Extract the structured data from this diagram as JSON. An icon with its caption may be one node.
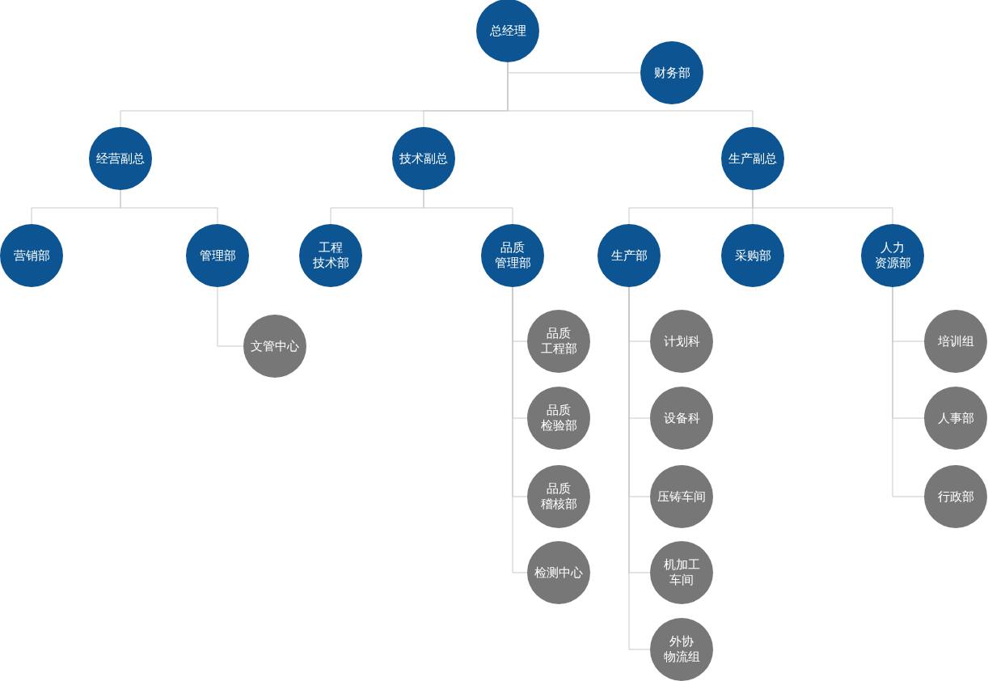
{
  "diagram": {
    "nodes": [
      {
        "text": [
          "总经理"
        ]
      },
      {
        "text": [
          "财务部"
        ]
      },
      {
        "text": [
          "经营副总"
        ]
      },
      {
        "text": [
          "技术副总"
        ]
      },
      {
        "text": [
          "生产副总"
        ]
      },
      {
        "text": [
          "营销部"
        ]
      },
      {
        "text": [
          "管理部"
        ]
      },
      {
        "text": [
          "工程技术部"
        ]
      },
      {
        "text": [
          "品质管理部"
        ]
      },
      {
        "text": [
          "生产部"
        ]
      },
      {
        "text": [
          "采购部"
        ]
      },
      {
        "text": [
          "人力资源部"
        ]
      },
      {
        "text": [
          "文管中心"
        ]
      },
      {
        "text": [
          "品质工程部"
        ]
      },
      {
        "text": [
          "品质检验部"
        ]
      },
      {
        "text": [
          "品质稽核部"
        ]
      },
      {
        "text": [
          "检测中心"
        ]
      },
      {
        "text": [
          "计划科"
        ]
      },
      {
        "text": [
          "设备科"
        ]
      },
      {
        "text": [
          "压铸车间"
        ]
      },
      {
        "text": [
          "机加工车间"
        ]
      },
      {
        "text": [
          "外协物流组"
        ]
      },
      {
        "text": [
          "培训组"
        ]
      },
      {
        "text": [
          "人事部"
        ]
      },
      {
        "text": [
          "行政部"
        ]
      }
    ],
    "edges": [
      {
        "from": 0,
        "to": 1,
        "arrow": "none"
      },
      {
        "from": 0,
        "to": 2,
        "arrow": "none"
      },
      {
        "from": 0,
        "to": 3,
        "arrow": "none"
      },
      {
        "from": 0,
        "to": 4,
        "arrow": "none"
      },
      {
        "from": 2,
        "to": 5,
        "arrow": "none"
      },
      {
        "from": 2,
        "to": 6,
        "arrow": "none"
      },
      {
        "from": 3,
        "to": 7,
        "arrow": "none"
      },
      {
        "from": 3,
        "to": 8,
        "arrow": "none"
      },
      {
        "from": 4,
        "to": 9,
        "arrow": "none"
      },
      {
        "from": 4,
        "to": 10,
        "arrow": "none"
      },
      {
        "from": 4,
        "to": 11,
        "arrow": "none"
      },
      {
        "from": 6,
        "to": 12,
        "arrow": "none"
      },
      {
        "from": 8,
        "to": 13,
        "arrow": "none"
      },
      {
        "from": 8,
        "to": 14,
        "arrow": "none"
      },
      {
        "from": 8,
        "to": 15,
        "arrow": "none"
      },
      {
        "from": 8,
        "to": 16,
        "arrow": "none"
      },
      {
        "from": 9,
        "to": 17,
        "arrow": "none"
      },
      {
        "from": 9,
        "to": 18,
        "arrow": "none"
      },
      {
        "from": 9,
        "to": 19,
        "arrow": "none"
      },
      {
        "from": 9,
        "to": 20,
        "arrow": "none"
      },
      {
        "from": 9,
        "to": 21,
        "arrow": "none"
      },
      {
        "from": 11,
        "to": 22,
        "arrow": "none"
      },
      {
        "from": 11,
        "to": 23,
        "arrow": "none"
      },
      {
        "from": 11,
        "to": 24,
        "arrow": "none"
      }
    ]
  }
}
